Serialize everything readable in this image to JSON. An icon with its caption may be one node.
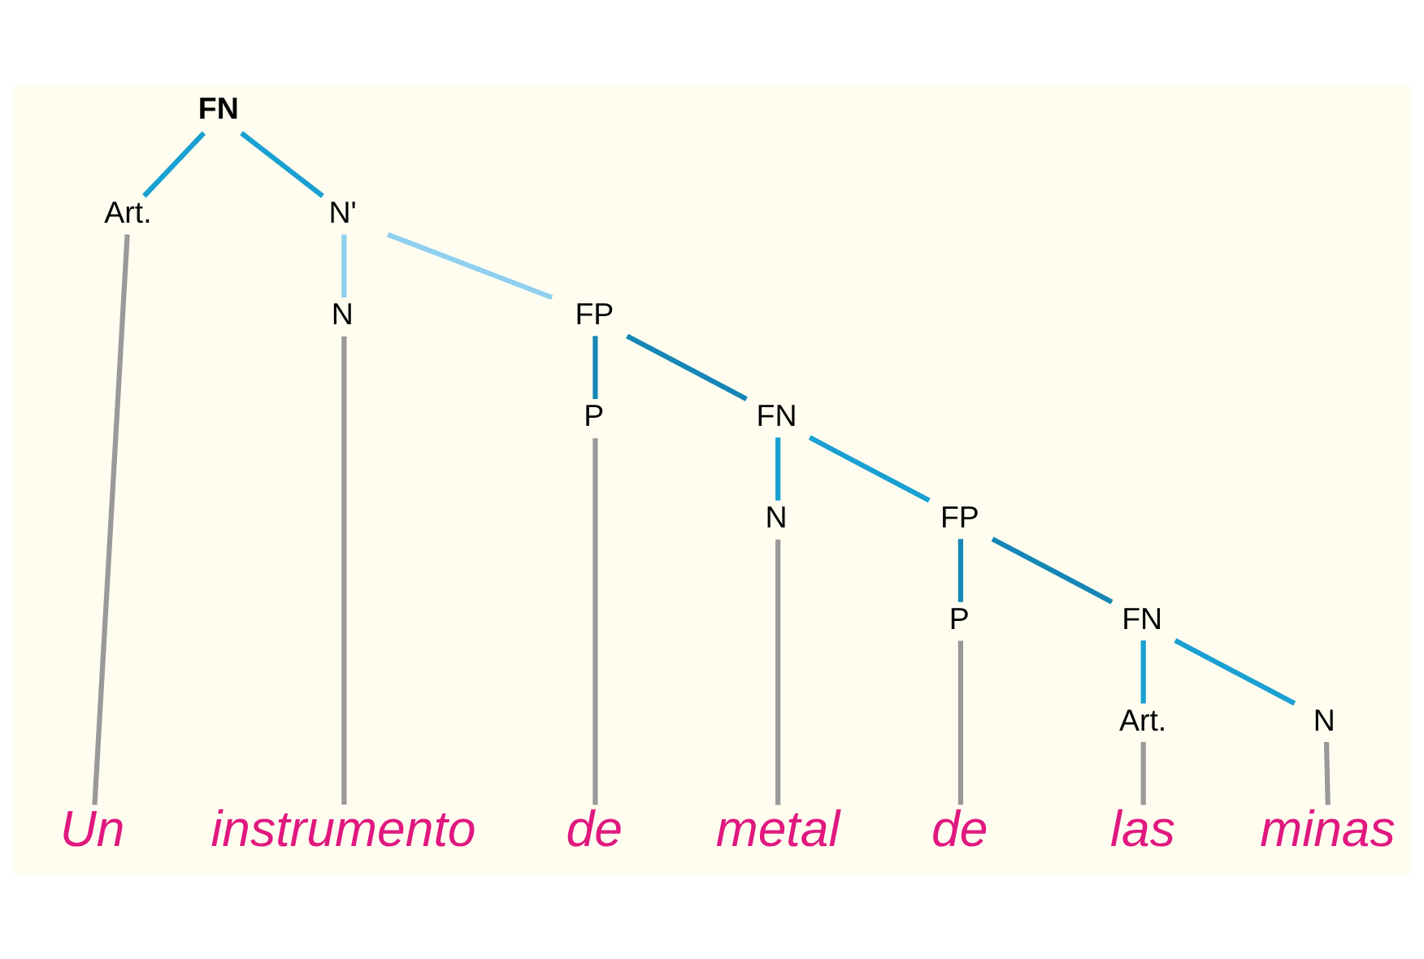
{
  "diagram": {
    "nodes": [
      {
        "text": [
          "FN"
        ]
      },
      {
        "text": [
          "Art."
        ]
      },
      {
        "text": [
          "N'"
        ]
      },
      {
        "text": [
          "N"
        ]
      },
      {
        "text": [
          "FP"
        ]
      },
      {
        "text": [
          "P"
        ]
      },
      {
        "text": [
          "FN"
        ]
      },
      {
        "text": [
          "N"
        ]
      },
      {
        "text": [
          "FP"
        ]
      },
      {
        "text": [
          "P"
        ]
      },
      {
        "text": [
          "FN"
        ]
      },
      {
        "text": [
          "Art."
        ]
      },
      {
        "text": [
          "N"
        ]
      },
      {
        "text": [
          "Un"
        ]
      },
      {
        "text": [
          "instrumento"
        ]
      },
      {
        "text": [
          "de"
        ]
      },
      {
        "text": [
          "metal"
        ]
      },
      {
        "text": [
          "de"
        ]
      },
      {
        "text": [
          "las"
        ]
      },
      {
        "text": [
          "minas"
        ]
      }
    ],
    "edges": [
      {
        "from": 0,
        "to": 1,
        "arrow": "none",
        "color": "#1aa0d2"
      },
      {
        "from": 0,
        "to": 2,
        "arrow": "none",
        "color": "#1aa0d2"
      },
      {
        "from": 2,
        "to": 3,
        "arrow": "none",
        "color": "#8fd0ef"
      },
      {
        "from": 2,
        "to": 4,
        "arrow": "none",
        "color": "#8fd0ef"
      },
      {
        "from": 4,
        "to": 5,
        "arrow": "none",
        "color": "#1686b6"
      },
      {
        "from": 4,
        "to": 6,
        "arrow": "none",
        "color": "#1686b6"
      },
      {
        "from": 6,
        "to": 7,
        "arrow": "none",
        "color": "#1aa0d2"
      },
      {
        "from": 6,
        "to": 8,
        "arrow": "none",
        "color": "#1aa0d2"
      },
      {
        "from": 8,
        "to": 9,
        "arrow": "none",
        "color": "#1686b6"
      },
      {
        "from": 8,
        "to": 10,
        "arrow": "none",
        "color": "#1686b6"
      },
      {
        "from": 10,
        "to": 11,
        "arrow": "none",
        "color": "#1aa0d2"
      },
      {
        "from": 10,
        "to": 12,
        "arrow": "none",
        "color": "#1aa0d2"
      },
      {
        "from": 1,
        "to": 13,
        "arrow": "none"
      },
      {
        "from": 3,
        "to": 14,
        "arrow": "none"
      },
      {
        "from": 5,
        "to": 15,
        "arrow": "none"
      },
      {
        "from": 7,
        "to": 16,
        "arrow": "none"
      },
      {
        "from": 9,
        "to": 17,
        "arrow": "none"
      },
      {
        "from": 11,
        "to": 18,
        "arrow": "none"
      },
      {
        "from": 12,
        "to": 19,
        "arrow": "none"
      }
    ]
  }
}
